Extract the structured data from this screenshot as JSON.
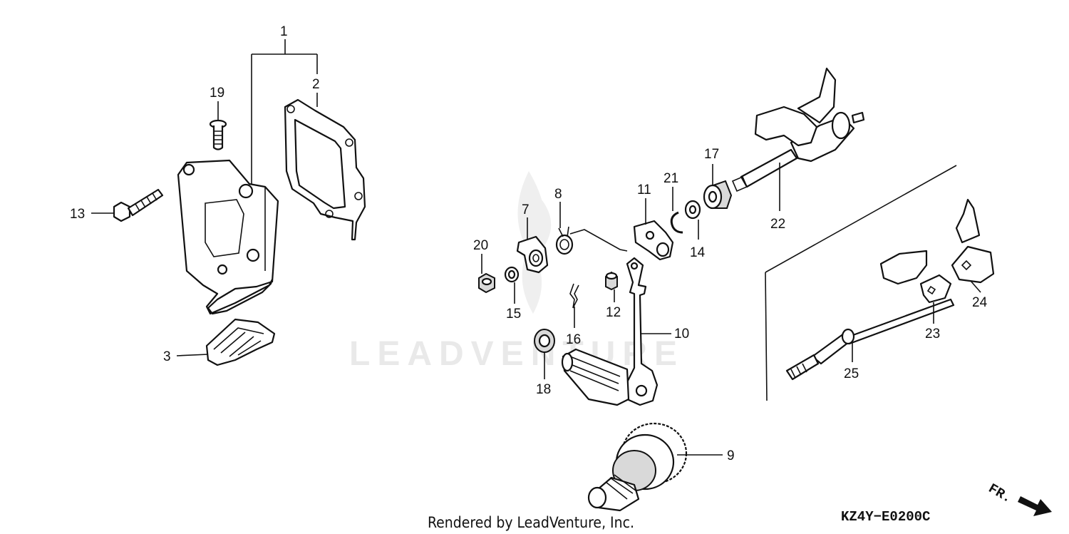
{
  "watermark": "LEADVENTURE",
  "footer": {
    "rendered_by": "Rendered by LeadVenture, Inc.",
    "diagram_code": "KZ4Y−E0200C",
    "direction": "FR."
  },
  "callouts": [
    "1",
    "2",
    "3",
    "7",
    "8",
    "9",
    "10",
    "11",
    "12",
    "13",
    "14",
    "15",
    "16",
    "17",
    "18",
    "19",
    "20",
    "21",
    "22",
    "23",
    "24",
    "25"
  ]
}
